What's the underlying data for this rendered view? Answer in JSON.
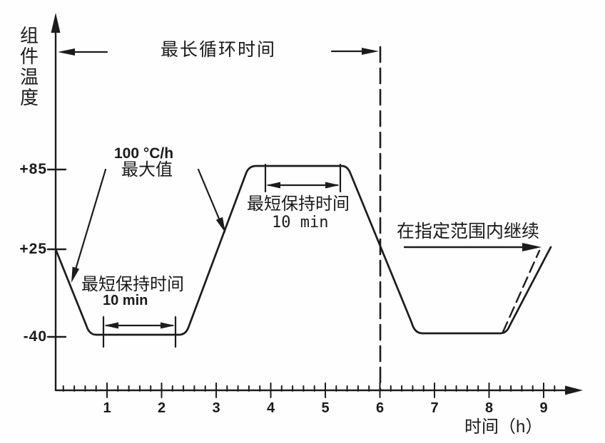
{
  "figure": {
    "background": "#fefefe",
    "ink_color": "#1c1c1c"
  },
  "labels": {
    "y_axis_title": "组件温度",
    "x_axis_title": "时间（h）",
    "max_cycle_time": "最长循环时间",
    "ramp_rate": "100 °C/h",
    "ramp_rate_caption": "最大值",
    "hold_low_title": "最短保持时间",
    "hold_low_value": "10 min",
    "hold_high_title": "最短保持时间",
    "hold_high_value": "10 min",
    "continue_label": "在指定范围内继续",
    "y_tick_labels": [
      "+85",
      "+25",
      "-40"
    ],
    "x_tick_labels": [
      "1",
      "2",
      "3",
      "4",
      "5",
      "6",
      "7",
      "8",
      "9"
    ]
  },
  "chart_data": {
    "type": "line",
    "title": "",
    "xlabel": "时间（h）",
    "ylabel": "组件温度",
    "x_unit": "h",
    "y_unit": "°C",
    "x_ticks": [
      1,
      2,
      3,
      4,
      5,
      6,
      7,
      8,
      9
    ],
    "x_minor_tick_step": 0.2,
    "y_ticks": [
      85,
      25,
      -40
    ],
    "y_tick_labels": [
      "+85",
      "+25",
      "-40"
    ],
    "x_range": [
      0,
      9.5
    ],
    "grid": false,
    "legend": false,
    "series": [
      {
        "name": "temperature-cycle-profile",
        "style": "solid",
        "points": [
          [
            0,
            25
          ],
          [
            0.75,
            -40
          ],
          [
            2.35,
            -40
          ],
          [
            3.6,
            85
          ],
          [
            5.3,
            85
          ],
          [
            6.7,
            -40
          ],
          [
            8.2,
            -40
          ],
          [
            9.1,
            25
          ]
        ]
      },
      {
        "name": "dashed-continuation-ramp",
        "style": "dashed",
        "points": [
          [
            8.25,
            -38
          ],
          [
            8.9,
            25
          ]
        ]
      }
    ],
    "reference_lines": [
      {
        "type": "vertical-dashed",
        "x": 6
      }
    ],
    "annotations": [
      "最长循环时间",
      "100 °C/h 最大值",
      "最短保持时间 10 min",
      "最短保持时间 10 min",
      "在指定范围内继续"
    ]
  }
}
